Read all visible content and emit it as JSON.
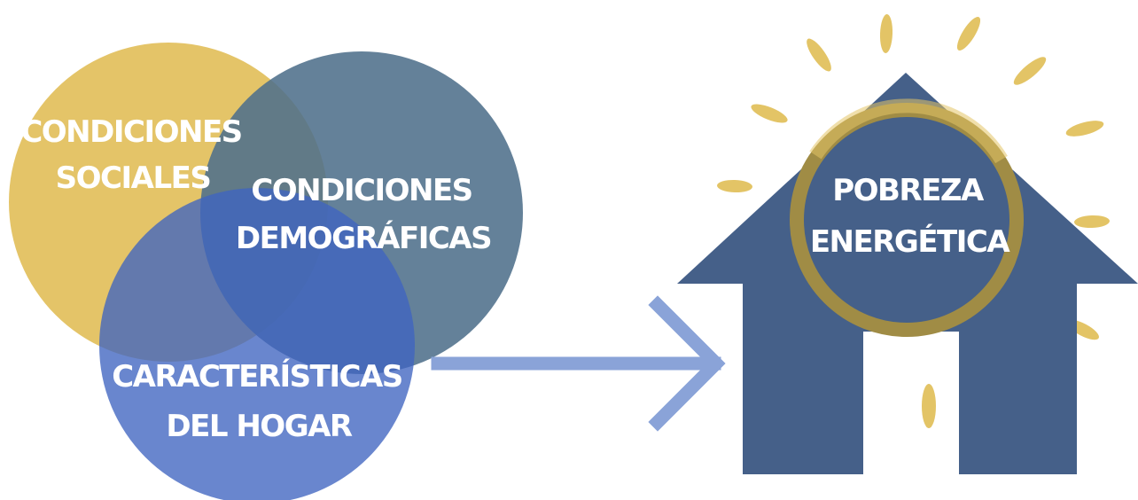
{
  "venn": {
    "circle_social": {
      "line1": "CONDICIONES",
      "line2": "SOCIALES"
    },
    "circle_demographic": {
      "line1": "CONDICIONES",
      "line2": "DEMOGRÁFICAS"
    },
    "circle_household": {
      "line1": "CARACTERÍSTICAS",
      "line2": "DEL HOGAR"
    }
  },
  "house": {
    "line1": "POBREZA",
    "line2": "ENERGÉTICA"
  },
  "colors": {
    "yellow": "#e3c160",
    "slate_blue": "#4e6f8b",
    "royal_blue": "#4c6ec6",
    "house_navy": "#456089",
    "arrow_blue": "#8aa3d8",
    "ring_gold": "#a08c45",
    "ray_gold": "#e3c466"
  },
  "icons": {
    "arrow": "arrow-right-icon",
    "house": "house-icon",
    "rays": "sun-rays-icon"
  }
}
